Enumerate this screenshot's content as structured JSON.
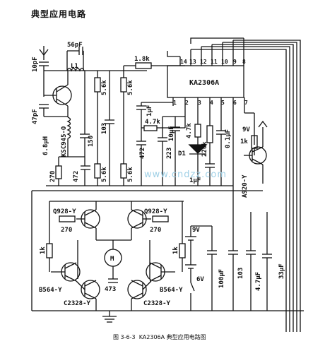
{
  "header": {
    "title": "典型应用电路"
  },
  "caption": {
    "figure_number": "图 3-6-3",
    "text": "KA2306A 典型应用电路图"
  },
  "watermark": "www.cndzz.com",
  "ic": {
    "name": "KA2306A",
    "top_pins": [
      "14",
      "13",
      "12",
      "11",
      "10",
      "9",
      "8"
    ],
    "bottom_pins": [
      "1",
      "2",
      "3",
      "4",
      "5",
      "6",
      "7"
    ]
  },
  "components": {
    "c_ant": "10pF",
    "c_56": "56pF",
    "l1": "L1",
    "r_1k8": "1.8k",
    "c_47": "47pF",
    "q_osc": "KSC945-O",
    "l_6u8": "6.8μH",
    "c_150": "150",
    "r_270a": "270",
    "c_472a": "472",
    "r_5k6a": "5.6k",
    "r_5k6b": "5.6k",
    "c_103a": "103",
    "r_5k6c": "5.6k",
    "r_5k6d": "5.6k",
    "c_1u_a": "1μF",
    "r_4k7a": "4.7k",
    "c_472b": "472",
    "c_223": "223",
    "c_10u": "10μF",
    "r_4k7b": "4.7k",
    "d1": "D1",
    "r_220k": "220k",
    "c_0u1": "0.1μF",
    "c_1u_b": "1μF",
    "v9_top": "9V",
    "r_1k_top": "1k",
    "q_a920": "A920-Y",
    "q_q928a": "Q928-Y",
    "q_q928b": "Q928-Y",
    "r_270b": "270",
    "r_270c": "270",
    "r_1k_left": "1k",
    "r_1k_right": "1k",
    "motor": "M",
    "c_473": "473",
    "q_b564a": "B564-Y",
    "q_b564b": "B564-Y",
    "q_c2328a": "C2328-Y",
    "q_c2328b": "C2328-Y",
    "batt_9v": "9V",
    "batt_6v": "6V",
    "c_100u": "100μF",
    "c_103b": "103",
    "c_4u7": "4.7μF",
    "c_33u": "33μF"
  }
}
